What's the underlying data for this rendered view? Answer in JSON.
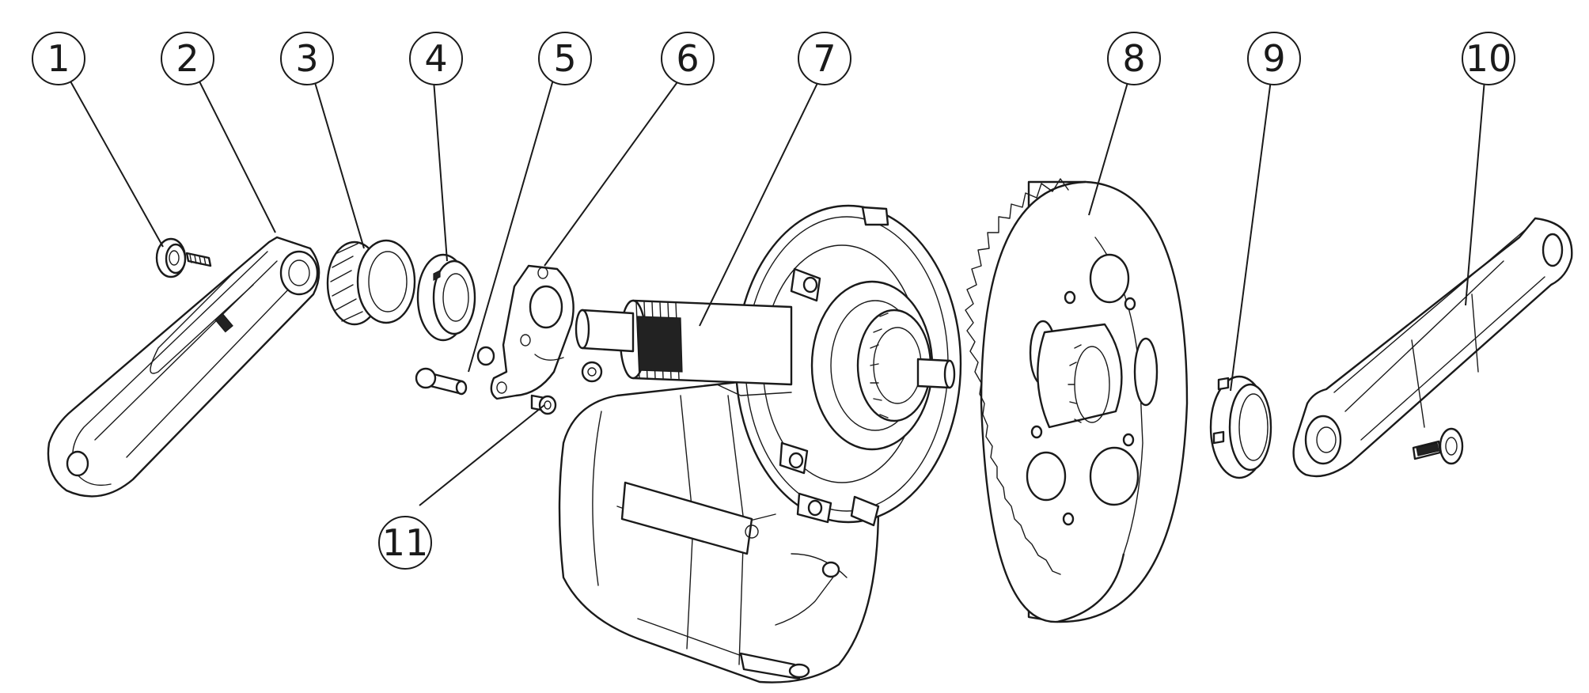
{
  "diagram": {
    "type": "exploded-view",
    "parts": [
      {
        "id": "1",
        "label": "1",
        "name": "left-crank-bolt"
      },
      {
        "id": "2",
        "label": "2",
        "name": "left-crank-arm"
      },
      {
        "id": "3",
        "label": "3",
        "name": "lock-ring"
      },
      {
        "id": "4",
        "label": "4",
        "name": "lock-nut"
      },
      {
        "id": "5",
        "label": "5",
        "name": "mounting-bolt"
      },
      {
        "id": "6",
        "label": "6",
        "name": "mounting-plate"
      },
      {
        "id": "7",
        "label": "7",
        "name": "motor-unit"
      },
      {
        "id": "8",
        "label": "8",
        "name": "chainring"
      },
      {
        "id": "9",
        "label": "9",
        "name": "chainring-lock-ring"
      },
      {
        "id": "10",
        "label": "10",
        "name": "right-crank-arm"
      },
      {
        "id": "11",
        "label": "11",
        "name": "spacer"
      }
    ]
  }
}
